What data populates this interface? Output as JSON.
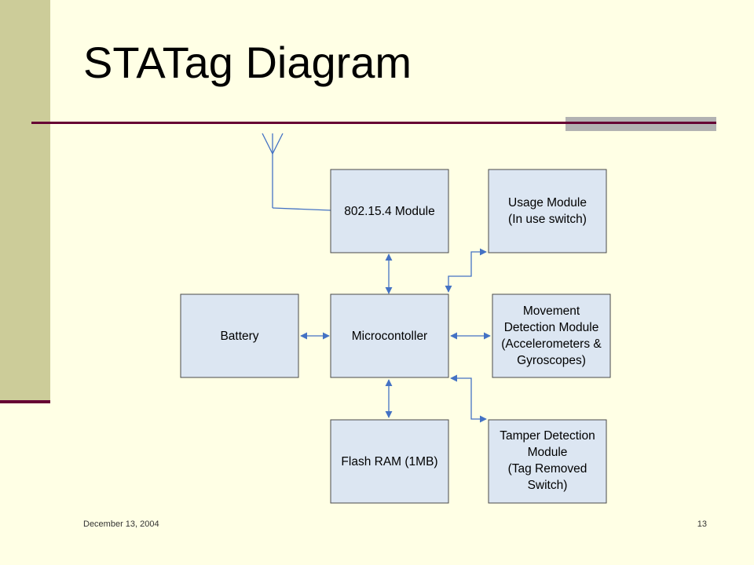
{
  "slide": {
    "title": "STATag Diagram",
    "date": "December 13, 2004",
    "page_number": "13"
  },
  "diagram": {
    "nodes": [
      {
        "id": "radio",
        "lines": [
          "802.15.4 Module"
        ]
      },
      {
        "id": "usage",
        "lines": [
          "Usage Module",
          "(In use switch)"
        ]
      },
      {
        "id": "battery",
        "lines": [
          "Battery"
        ]
      },
      {
        "id": "mcu",
        "lines": [
          "Microcontoller"
        ]
      },
      {
        "id": "movement",
        "lines": [
          "Movement",
          "Detection Module",
          "(Accelerometers &",
          "Gyroscopes)"
        ]
      },
      {
        "id": "flash",
        "lines": [
          "Flash RAM (1MB)"
        ]
      },
      {
        "id": "tamper",
        "lines": [
          "Tamper Detection",
          "Module",
          "(Tag Removed",
          "Switch)"
        ]
      }
    ],
    "edges": [
      {
        "from": "radio",
        "to": "mcu",
        "arrows": "both"
      },
      {
        "from": "battery",
        "to": "mcu",
        "arrows": "both"
      },
      {
        "from": "mcu",
        "to": "movement",
        "arrows": "both"
      },
      {
        "from": "mcu",
        "to": "flash",
        "arrows": "both"
      },
      {
        "from": "mcu",
        "to": "usage",
        "arrows": "both"
      },
      {
        "from": "mcu",
        "to": "tamper",
        "arrows": "both"
      },
      {
        "from": "antenna",
        "to": "radio",
        "arrows": "none"
      }
    ]
  },
  "colors": {
    "background": "#FFFFE5",
    "sidebar": "#CCCC99",
    "rule": "#660033",
    "box_fill": "#DCE6F2",
    "connector": "#4472C4"
  }
}
